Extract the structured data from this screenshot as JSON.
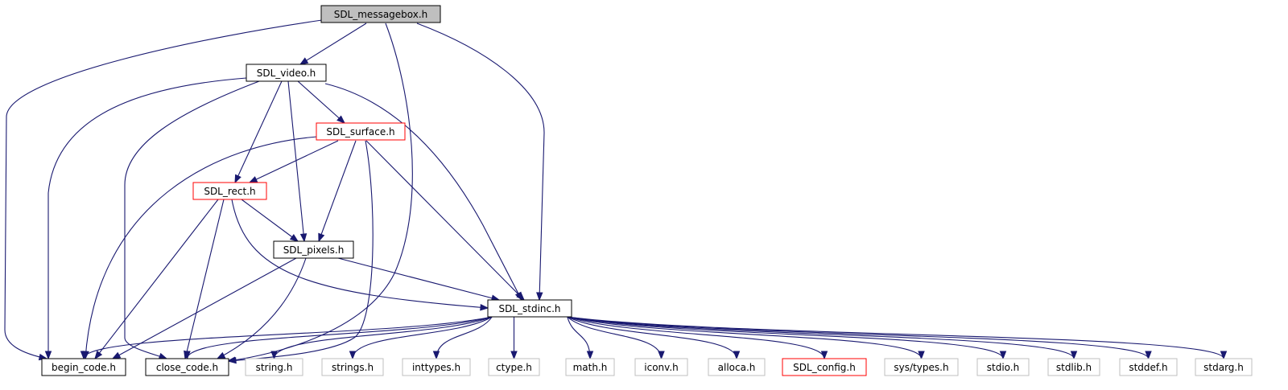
{
  "colors": {
    "edge": "#191970",
    "root_fill": "#bfbfbf",
    "border_normal": "#000000",
    "border_incomplete": "#ff0000",
    "border_external": "#bfbfbf"
  },
  "nodes": [
    {
      "id": "messagebox",
      "label": "SDL_messagebox.h",
      "style": "root"
    },
    {
      "id": "video",
      "label": "SDL_video.h",
      "style": "normal"
    },
    {
      "id": "surface",
      "label": "SDL_surface.h",
      "style": "incomplete"
    },
    {
      "id": "rect",
      "label": "SDL_rect.h",
      "style": "incomplete"
    },
    {
      "id": "pixels",
      "label": "SDL_pixels.h",
      "style": "normal"
    },
    {
      "id": "stdinc",
      "label": "SDL_stdinc.h",
      "style": "normal"
    },
    {
      "id": "begin_code",
      "label": "begin_code.h",
      "style": "normal"
    },
    {
      "id": "close_code",
      "label": "close_code.h",
      "style": "normal"
    },
    {
      "id": "string",
      "label": "string.h",
      "style": "external"
    },
    {
      "id": "strings",
      "label": "strings.h",
      "style": "external"
    },
    {
      "id": "inttypes",
      "label": "inttypes.h",
      "style": "external"
    },
    {
      "id": "ctype",
      "label": "ctype.h",
      "style": "external"
    },
    {
      "id": "math",
      "label": "math.h",
      "style": "external"
    },
    {
      "id": "iconv",
      "label": "iconv.h",
      "style": "external"
    },
    {
      "id": "alloca",
      "label": "alloca.h",
      "style": "external"
    },
    {
      "id": "config",
      "label": "SDL_config.h",
      "style": "incomplete"
    },
    {
      "id": "systypes",
      "label": "sys/types.h",
      "style": "external"
    },
    {
      "id": "stdio",
      "label": "stdio.h",
      "style": "external"
    },
    {
      "id": "stdlib",
      "label": "stdlib.h",
      "style": "external"
    },
    {
      "id": "stddef",
      "label": "stddef.h",
      "style": "external"
    },
    {
      "id": "stdarg",
      "label": "stdarg.h",
      "style": "external"
    }
  ],
  "edges": [
    {
      "from": "messagebox",
      "to": "begin_code"
    },
    {
      "from": "messagebox",
      "to": "video"
    },
    {
      "from": "messagebox",
      "to": "close_code"
    },
    {
      "from": "messagebox",
      "to": "stdinc"
    },
    {
      "from": "video",
      "to": "begin_code"
    },
    {
      "from": "video",
      "to": "close_code"
    },
    {
      "from": "video",
      "to": "surface"
    },
    {
      "from": "video",
      "to": "rect"
    },
    {
      "from": "video",
      "to": "pixels"
    },
    {
      "from": "video",
      "to": "stdinc"
    },
    {
      "from": "surface",
      "to": "begin_code"
    },
    {
      "from": "surface",
      "to": "rect"
    },
    {
      "from": "surface",
      "to": "pixels"
    },
    {
      "from": "surface",
      "to": "close_code"
    },
    {
      "from": "surface",
      "to": "stdinc"
    },
    {
      "from": "rect",
      "to": "begin_code"
    },
    {
      "from": "rect",
      "to": "close_code"
    },
    {
      "from": "rect",
      "to": "pixels"
    },
    {
      "from": "rect",
      "to": "stdinc"
    },
    {
      "from": "pixels",
      "to": "begin_code"
    },
    {
      "from": "pixels",
      "to": "close_code"
    },
    {
      "from": "pixels",
      "to": "stdinc"
    },
    {
      "from": "stdinc",
      "to": "begin_code"
    },
    {
      "from": "stdinc",
      "to": "close_code"
    },
    {
      "from": "stdinc",
      "to": "string"
    },
    {
      "from": "stdinc",
      "to": "strings"
    },
    {
      "from": "stdinc",
      "to": "inttypes"
    },
    {
      "from": "stdinc",
      "to": "ctype"
    },
    {
      "from": "stdinc",
      "to": "math"
    },
    {
      "from": "stdinc",
      "to": "iconv"
    },
    {
      "from": "stdinc",
      "to": "alloca"
    },
    {
      "from": "stdinc",
      "to": "config"
    },
    {
      "from": "stdinc",
      "to": "systypes"
    },
    {
      "from": "stdinc",
      "to": "stdio"
    },
    {
      "from": "stdinc",
      "to": "stdlib"
    },
    {
      "from": "stdinc",
      "to": "stddef"
    },
    {
      "from": "stdinc",
      "to": "stdarg"
    }
  ]
}
